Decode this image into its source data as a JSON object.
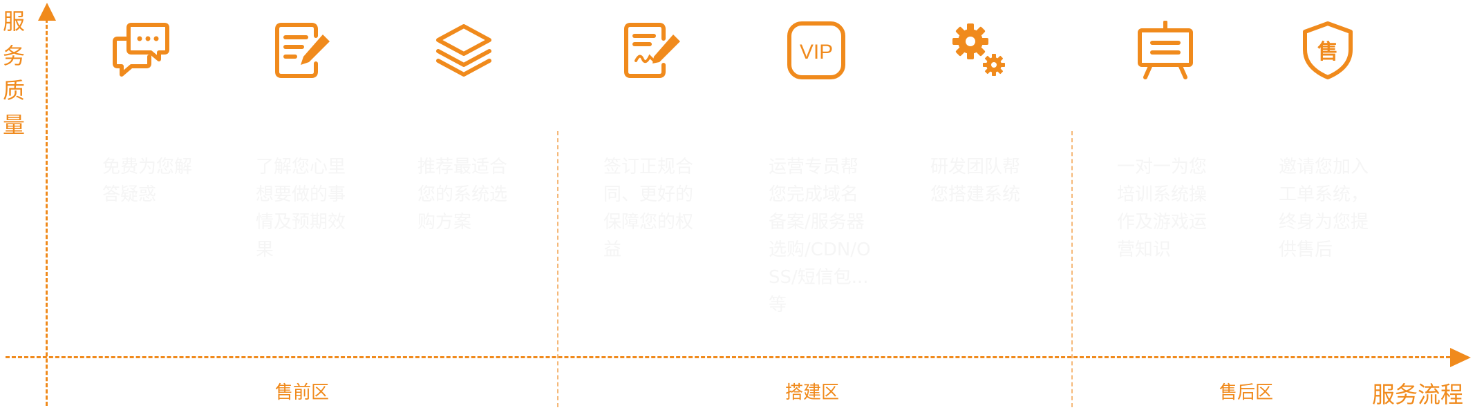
{
  "axes": {
    "y_label": "服务质量",
    "x_label": "服务流程"
  },
  "colors": {
    "accent": "#f08a1c",
    "divider": "#f5b878",
    "faint_text": "#f5f5f5"
  },
  "zones": [
    {
      "label": "售前区"
    },
    {
      "label": "搭建区"
    },
    {
      "label": "售后区"
    }
  ],
  "steps": [
    {
      "icon": "chat-bubbles-icon",
      "text": "免费为您解答疑惑"
    },
    {
      "icon": "edit-document-icon",
      "text": "了解您心里想要做的事情及预期效果"
    },
    {
      "icon": "layers-icon",
      "text": "推荐最适合您的系统选购方案"
    },
    {
      "icon": "contract-sign-icon",
      "text": "签订正规合同、更好的保障您的权益"
    },
    {
      "icon": "vip-badge-icon",
      "text": "运营专员帮您完成域名备案/服务器选购/CDN/OSS/短信包...等"
    },
    {
      "icon": "gears-icon",
      "text": "研发团队帮您搭建系统"
    },
    {
      "icon": "training-board-icon",
      "text": "一对一为您培训系统操作及游戏运营知识"
    },
    {
      "icon": "after-sale-shield-icon",
      "text": "邀请您加入工单系统，终身为您提供售后"
    }
  ],
  "shield_char": "售",
  "vip_text": "VIP"
}
